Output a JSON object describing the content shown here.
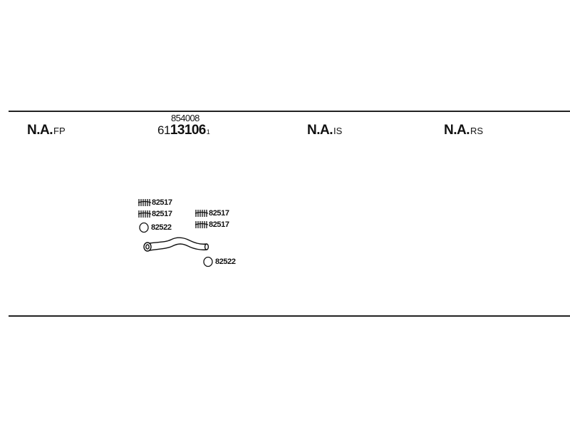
{
  "sections": [
    {
      "name": "N.A.",
      "code": "FP"
    },
    {
      "name": "N.A.",
      "code": "IS"
    },
    {
      "name": "N.A.",
      "code": "RS"
    }
  ],
  "part": {
    "sub_number": "854008",
    "prefix": "61",
    "number": "13106",
    "superscript": "1"
  },
  "items": [
    {
      "label": "82517",
      "icon": "clamp-icon"
    },
    {
      "label": "82517",
      "icon": "clamp-icon"
    },
    {
      "label": "82522",
      "icon": "gasket-icon"
    },
    {
      "label": "82517",
      "icon": "clamp-icon"
    },
    {
      "label": "82517",
      "icon": "clamp-icon"
    },
    {
      "label": "82522",
      "icon": "gasket-icon"
    }
  ],
  "colors": {
    "line": "#222222",
    "text": "#111111",
    "background": "#ffffff"
  }
}
